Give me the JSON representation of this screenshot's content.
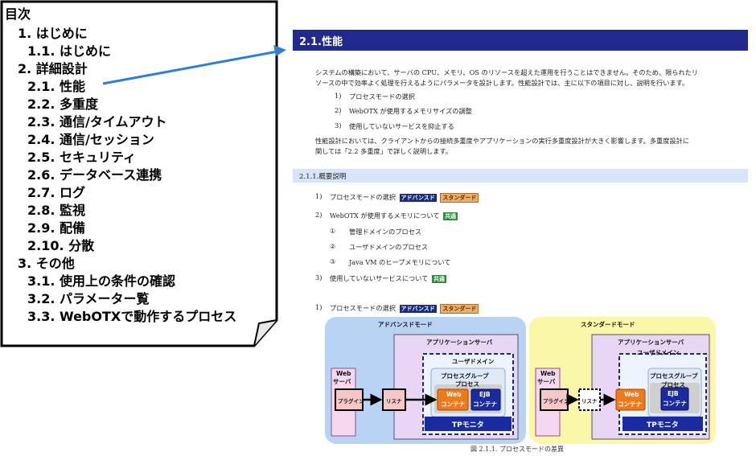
{
  "toc": {
    "heading": "目次",
    "items": [
      "1. はじめに",
      "1.1. はじめに",
      "2. 詳細設計",
      "2.1. 性能",
      "2.2. 多重度",
      "2.3. 通信/タイムアウト",
      "2.4. 通信/セッション",
      "2.5. セキュリティ",
      "2.6. データベース連携",
      "2.7. ログ",
      "2.8. 監視",
      "2.9. 配備",
      "2.10. 分散",
      "3. その他",
      "3.1. 使用上の条件の確認",
      "3.2. パラメーター覧",
      "3.3. WebOTXで動作するプロセス"
    ]
  },
  "doc": {
    "section_title": "2.1.性能",
    "intro_line1": "システムの構築において、サーバの CPU、メモリ、OS のリソースを超えた運用を行うことはできません。そのため、限られたリ",
    "intro_line2": "ソースの中で効率よく処理を行えるようにパラメータを設計します。性能設計では、主に以下の項目に対し、説明を行います。",
    "list1": [
      {
        "num": "1)",
        "text": "プロセスモードの選択"
      },
      {
        "num": "2)",
        "text": "WebOTX が使用するメモリサイズの調整"
      },
      {
        "num": "3)",
        "text": "使用していないサービスを抑止する"
      }
    ],
    "para2_line1": "性能設計においては、クライアントからの接続多重度やアプリケーションの実行多重度設計が大きく影響します。多重度設計に",
    "para2_line2": "関しては「2.2 多重度」で詳しく説明します。",
    "subsection_title": "2.1.1.概要説明",
    "list2": [
      {
        "num": "1)",
        "text": "プロセスモードの選択"
      },
      {
        "num": "2)",
        "text": "WebOTX が使用するメモリについて"
      },
      {
        "num": "①",
        "text": "管理ドメインのプロセス"
      },
      {
        "num": "②",
        "text": "ユーザドメインのプロセス"
      },
      {
        "num": "③",
        "text": "Java VM のヒープメモリについて"
      },
      {
        "num": "3)",
        "text": "使用していないサービスについて"
      }
    ],
    "badges": {
      "advanced": "アドバンスド",
      "standard": "スタンダード",
      "common": "共通"
    },
    "diagram_intro": {
      "num": "1)",
      "text": "プロセスモードの選択"
    },
    "diagram": {
      "adv_mode": "アドバンスドモード",
      "std_mode": "スタンダードモード",
      "app_server": "アプリケーションサーバ",
      "user_domain": "ユーザドメイン",
      "process_group": "プロセスグループ",
      "process": "プロセス",
      "web_server_1": "Web",
      "web_server_2": "サーバ",
      "plugin": "プラグイン",
      "listener": "リスナ",
      "web_container_1": "Web",
      "web_container_2": "コンテナ",
      "ejb_container_1": "EJB",
      "ejb_container_2": "コンテナ",
      "tp_monitor": "TPモニタ"
    },
    "caption": "図 2.1.1. プロセスモードの差異"
  },
  "colors": {
    "header_bg": "#1f2a8c",
    "subheader_bg": "#d6e6f8",
    "arrow": "#2f7fd1",
    "adv_bg": "#b9d3f5",
    "std_bg": "#fbf7a8",
    "app_server_bg": "#e9d6f5",
    "tp_monitor": "#1a2aa0",
    "web_container": "#f07a1a",
    "ejb_container": "#1a2aa0"
  },
  "icons": [
    "note-dogear-icon",
    "pointer-arrow-icon",
    "flow-arrow-icon"
  ]
}
